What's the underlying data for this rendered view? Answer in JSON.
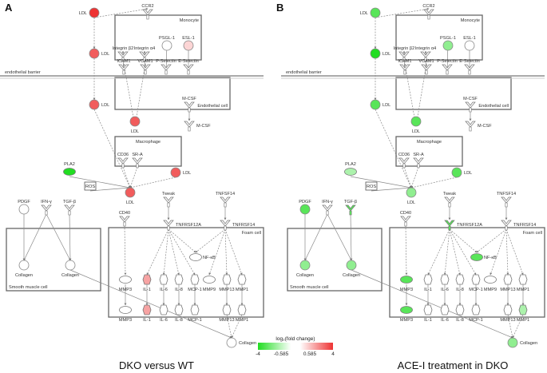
{
  "colors": {
    "down": "#22dd22",
    "up": "#ee3333",
    "neutral": "#ffffff",
    "box": "#666666",
    "edge": "#888888"
  },
  "legend": {
    "title": "log₂(fold change)",
    "ticks": [
      "-4",
      "-0.585",
      "0.585",
      "4"
    ]
  },
  "panels": [
    {
      "letter": "A",
      "caption": "DKO versus WT",
      "compartments": {
        "monocyte": "Monocyte",
        "endothelial_barrier": "endothelial barrier",
        "endothelial_cell": "Endothelial cell",
        "macrophage": "Macrophage",
        "foam_cell": "Foam cell",
        "smooth_muscle_cell": "Smooth muscle cell"
      },
      "nodes": {
        "LDL_top": {
          "label": "LDL",
          "value": 4
        },
        "CCR2": {
          "label": "CCR2",
          "value": 0
        },
        "Integrin_b2": {
          "label": "Integrin β2",
          "value": 0
        },
        "Integrin_a4": {
          "label": "Integrin α4",
          "value": 0
        },
        "PSGL1": {
          "label": "PSGL-1",
          "value": 0
        },
        "ESL1": {
          "label": "ESL-1",
          "value": 0.8
        },
        "LDL_2": {
          "label": "LDL",
          "value": 3.2
        },
        "ICAM1": {
          "label": "ICAM1",
          "value": 0
        },
        "VCAM1": {
          "label": "VCAM1",
          "value": 0
        },
        "PSelectin": {
          "label": "P-Selectin",
          "value": 0
        },
        "ESelectin": {
          "label": "E-Selectin",
          "value": 0
        },
        "LDL_3": {
          "label": "LDL",
          "value": 3.2
        },
        "LDL_endo": {
          "label": "LDL",
          "value": 3.2
        },
        "MCSF_1": {
          "label": "M-CSF",
          "value": 0
        },
        "MCSF_2": {
          "label": "M-CSF",
          "value": 0
        },
        "CD36": {
          "label": "CD36",
          "value": 0
        },
        "SRA": {
          "label": "SR-A",
          "value": 0
        },
        "PLA2": {
          "label": "PLA2",
          "value": -4
        },
        "LDL_mac": {
          "label": "LDL",
          "value": 3.2
        },
        "LDL_right": {
          "label": "LDL",
          "value": 3.2
        },
        "ROS": {
          "label": "ROS",
          "value": 0
        },
        "PDGF": {
          "label": "PDGF",
          "value": 0
        },
        "IFNg": {
          "label": "IFN-γ",
          "value": 0
        },
        "TGFb": {
          "label": "TGF-β",
          "value": 0
        },
        "CD40": {
          "label": "CD40",
          "value": 0
        },
        "Tweak": {
          "label": "Tweak",
          "value": 0
        },
        "TNFSF14": {
          "label": "TNFSF14",
          "value": 0
        },
        "TNFRSF12A": {
          "label": "TNFRSF12A",
          "value": 0
        },
        "TNFRSF14": {
          "label": "TNFRSF14",
          "value": 0
        },
        "NFkB": {
          "label": "NF-κB",
          "value": 0
        },
        "Collagen_smc1": {
          "label": "Collagen",
          "value": 0
        },
        "Collagen_smc2": {
          "label": "Collagen",
          "value": 0
        },
        "MMP3_in": {
          "label": "MMP3",
          "value": 0
        },
        "IL1_in": {
          "label": "IL-1",
          "value": 1.8
        },
        "IL6_in": {
          "label": "IL-6",
          "value": 0
        },
        "IL8_in": {
          "label": "IL-8",
          "value": 0
        },
        "MCP1_in": {
          "label": "MCP-1",
          "value": 0
        },
        "MMP9_in": {
          "label": "MMP9",
          "value": 0
        },
        "MMP13_in": {
          "label": "MMP13",
          "value": 0
        },
        "MMP1_in": {
          "label": "MMP1",
          "value": 0
        },
        "MMP3_out": {
          "label": "MMP3",
          "value": 0
        },
        "IL1_out": {
          "label": "IL-1",
          "value": 1.8
        },
        "IL6_out": {
          "label": "IL-6",
          "value": 0
        },
        "IL8_out": {
          "label": "IL-8",
          "value": 0
        },
        "MCP1_out": {
          "label": "MCP-1",
          "value": 0
        },
        "MMP13_out": {
          "label": "MMP13",
          "value": 0
        },
        "MMP1_out": {
          "label": "MMP1",
          "value": 0
        },
        "Collagen_out": {
          "label": "Collagen",
          "value": 0
        }
      }
    },
    {
      "letter": "B",
      "caption": "ACE-I treatment in DKO",
      "compartments": {
        "monocyte": "Monocyte",
        "endothelial_barrier": "endothelial barrier",
        "endothelial_cell": "Endothelial cell",
        "macrophage": "Macrophage",
        "foam_cell": "Foam cell",
        "smooth_muscle_cell": "Smooth muscle cell"
      },
      "nodes": {
        "LDL_top": {
          "label": "LDL",
          "value": -3
        },
        "CCR2": {
          "label": "CCR2",
          "value": 0
        },
        "Integrin_b2": {
          "label": "Integrin β2",
          "value": 0
        },
        "Integrin_a4": {
          "label": "Integrin α4",
          "value": 0
        },
        "PSGL1": {
          "label": "PSGL-1",
          "value": -2
        },
        "ESL1": {
          "label": "ESL-1",
          "value": 0
        },
        "LDL_2": {
          "label": "LDL",
          "value": -4
        },
        "ICAM1": {
          "label": "ICAM1",
          "value": 0
        },
        "VCAM1": {
          "label": "VCAM1",
          "value": 0
        },
        "PSelectin": {
          "label": "P-Selectin",
          "value": 0
        },
        "ESelectin": {
          "label": "E-Selectin",
          "value": 0
        },
        "LDL_3": {
          "label": "LDL",
          "value": -3
        },
        "LDL_endo": {
          "label": "LDL",
          "value": -3
        },
        "MCSF_1": {
          "label": "M-CSF",
          "value": 0
        },
        "MCSF_2": {
          "label": "M-CSF",
          "value": 0
        },
        "CD36": {
          "label": "CD36",
          "value": 0
        },
        "SRA": {
          "label": "SR-A",
          "value": 0
        },
        "PLA2": {
          "label": "PLA2",
          "value": -1.5
        },
        "LDL_mac": {
          "label": "LDL",
          "value": -2
        },
        "LDL_right": {
          "label": "LDL",
          "value": -3
        },
        "ROS": {
          "label": "ROS",
          "value": 0
        },
        "PDGF": {
          "label": "PDGF",
          "value": -3
        },
        "IFNg": {
          "label": "IFN-γ",
          "value": 0
        },
        "TGFb": {
          "label": "TGF-β",
          "value": -3
        },
        "CD40": {
          "label": "CD40",
          "value": 0
        },
        "Tweak": {
          "label": "Tweak",
          "value": 0
        },
        "TNFSF14": {
          "label": "TNFSF14",
          "value": 0
        },
        "TNFRSF12A": {
          "label": "TNFRSF12A",
          "value": -3
        },
        "TNFRSF14": {
          "label": "TNFRSF14",
          "value": 0
        },
        "NFkB": {
          "label": "NF-κB",
          "value": -3
        },
        "Collagen_smc1": {
          "label": "Collagen",
          "value": -2
        },
        "Collagen_smc2": {
          "label": "Collagen",
          "value": -2
        },
        "MMP3_in": {
          "label": "MMP3",
          "value": -3
        },
        "IL1_in": {
          "label": "IL-1",
          "value": 0
        },
        "IL6_in": {
          "label": "IL-6",
          "value": 0
        },
        "IL8_in": {
          "label": "IL-8",
          "value": 0
        },
        "MCP1_in": {
          "label": "MCP-1",
          "value": 0
        },
        "MMP9_in": {
          "label": "MMP9",
          "value": 0
        },
        "MMP13_in": {
          "label": "MMP13",
          "value": 0
        },
        "MMP1_in": {
          "label": "MMP1",
          "value": 0
        },
        "MMP3_out": {
          "label": "MMP3",
          "value": -3
        },
        "IL1_out": {
          "label": "IL-1",
          "value": 0
        },
        "IL6_out": {
          "label": "IL-6",
          "value": 0
        },
        "IL8_out": {
          "label": "IL-8",
          "value": 0
        },
        "MCP1_out": {
          "label": "MCP-1",
          "value": 0
        },
        "MMP13_out": {
          "label": "MMP13",
          "value": 0
        },
        "MMP1_out": {
          "label": "MMP1",
          "value": -1.5
        },
        "Collagen_out": {
          "label": "Collagen",
          "value": -2
        }
      }
    }
  ]
}
